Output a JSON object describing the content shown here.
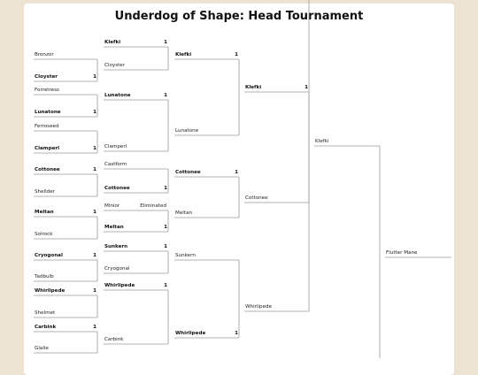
{
  "title": "Underdog of Shape: Head Tournament",
  "colors": {
    "background": "#ede3d3",
    "card": "#ffffff",
    "line": "#9a9a9a"
  },
  "round1": [
    {
      "name": "Bronzor",
      "bold": false,
      "score": ""
    },
    {
      "name": "Cloyster",
      "bold": true,
      "score": "1"
    },
    {
      "name": "Forretress",
      "bold": false,
      "score": ""
    },
    {
      "name": "Lunatone",
      "bold": true,
      "score": "1"
    },
    {
      "name": "Ferroseed",
      "bold": false,
      "score": ""
    },
    {
      "name": "Clamperl",
      "bold": true,
      "score": "1"
    },
    {
      "name": "Cottonee",
      "bold": true,
      "score": "1"
    },
    {
      "name": "Shellder",
      "bold": false,
      "score": ""
    },
    {
      "name": "Meltan",
      "bold": true,
      "score": "1"
    },
    {
      "name": "Solrock",
      "bold": false,
      "score": ""
    },
    {
      "name": "Cryogonal",
      "bold": true,
      "score": "1"
    },
    {
      "name": "Tadbulb",
      "bold": false,
      "score": ""
    },
    {
      "name": "Whirlipede",
      "bold": true,
      "score": "1"
    },
    {
      "name": "Shelmet",
      "bold": false,
      "score": ""
    },
    {
      "name": "Carbink",
      "bold": true,
      "score": "1"
    },
    {
      "name": "Glalie",
      "bold": false,
      "score": ""
    }
  ],
  "round2": [
    {
      "name": "Klefki",
      "bold": true,
      "score": "1"
    },
    {
      "name": "Cloyster",
      "bold": false,
      "score": ""
    },
    {
      "name": "Lunatone",
      "bold": true,
      "score": "1"
    },
    {
      "name": "Clamperl",
      "bold": false,
      "score": ""
    },
    {
      "name": "Castform",
      "bold": false,
      "score": ""
    },
    {
      "name": "Cottonee",
      "bold": true,
      "score": "1"
    },
    {
      "name": "Minior",
      "bold": false,
      "score": "",
      "note": "Eliminated"
    },
    {
      "name": "Meltan",
      "bold": true,
      "score": "1"
    },
    {
      "name": "Sunkern",
      "bold": true,
      "score": "1"
    },
    {
      "name": "Cryogonal",
      "bold": false,
      "score": ""
    },
    {
      "name": "Whirlipede",
      "bold": true,
      "score": "1"
    },
    {
      "name": "Carbink",
      "bold": false,
      "score": ""
    }
  ],
  "round3": [
    {
      "name": "Klefki",
      "bold": true,
      "score": "1"
    },
    {
      "name": "Lunatone",
      "bold": false,
      "score": ""
    },
    {
      "name": "Cottonee",
      "bold": true,
      "score": "1"
    },
    {
      "name": "Meltan",
      "bold": false,
      "score": ""
    },
    {
      "name": "Sunkern",
      "bold": false,
      "score": ""
    },
    {
      "name": "Whirlipede",
      "bold": true,
      "score": "1"
    }
  ],
  "round4": [
    {
      "name": "Klefki",
      "bold": true,
      "score": "1"
    },
    {
      "name": "Cottonee",
      "bold": false,
      "score": ""
    },
    {
      "name": "Whirlipede",
      "bold": false,
      "score": ""
    }
  ],
  "round5": [
    {
      "name": "Klefki",
      "bold": false,
      "score": ""
    }
  ],
  "final": {
    "name": "Flutter Mane"
  }
}
